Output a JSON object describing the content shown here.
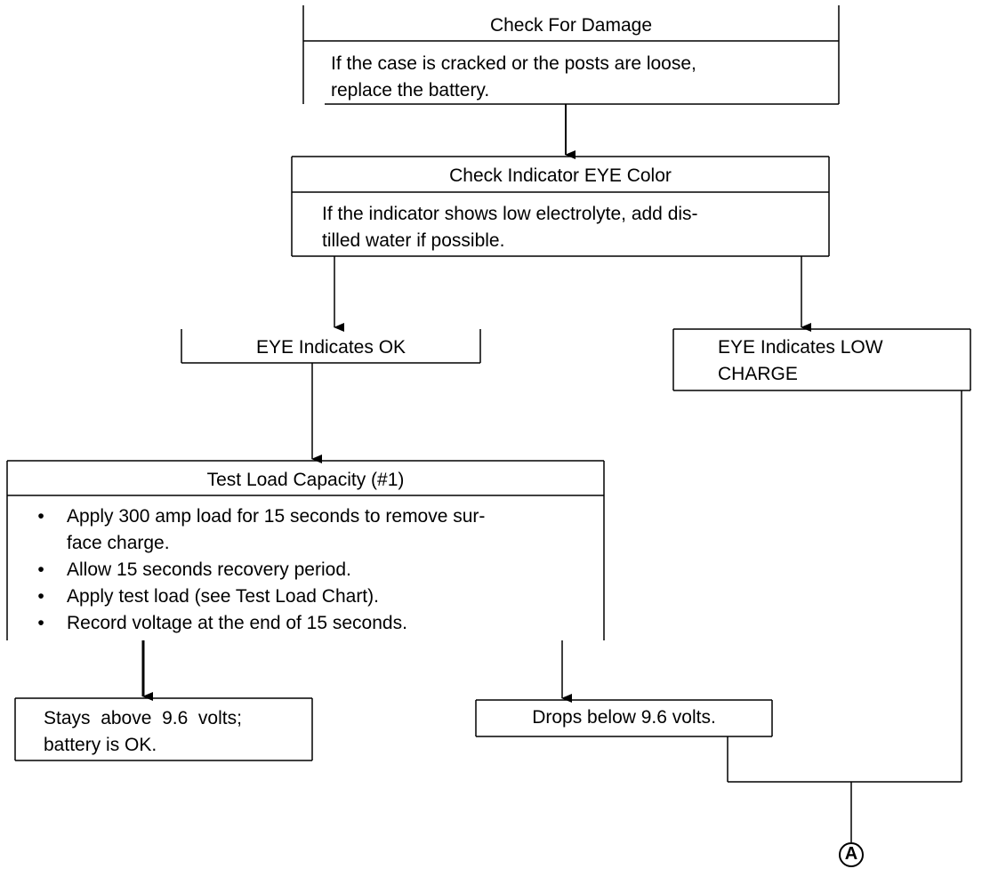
{
  "diagram": {
    "check_damage": {
      "title": "Check For Damage",
      "body": [
        "If the case is cracked or the posts are loose,",
        "replace the battery."
      ]
    },
    "check_eye": {
      "title": "Check Indicator EYE Color",
      "body": [
        "If the indicator shows low electrolyte, add dis-",
        "tilled water if possible."
      ]
    },
    "eye_ok": {
      "text": "EYE Indicates OK"
    },
    "eye_low": {
      "lines": [
        "EYE Indicates LOW",
        "CHARGE"
      ]
    },
    "test_load": {
      "title": "Test Load Capacity (#1)",
      "bullets": [
        [
          "Apply 300 amp load for 15 seconds to remove sur-",
          "face charge."
        ],
        [
          "Allow 15 seconds recovery period."
        ],
        [
          "Apply test load (see Test Load Chart)."
        ],
        [
          "Record voltage at the end of 15 seconds."
        ]
      ]
    },
    "stays_above": {
      "lines": [
        "Stays  above  9.6  volts;",
        "battery is OK."
      ]
    },
    "drops_below": {
      "text": "Drops below 9.6 volts."
    },
    "connector": {
      "label": "A"
    }
  }
}
